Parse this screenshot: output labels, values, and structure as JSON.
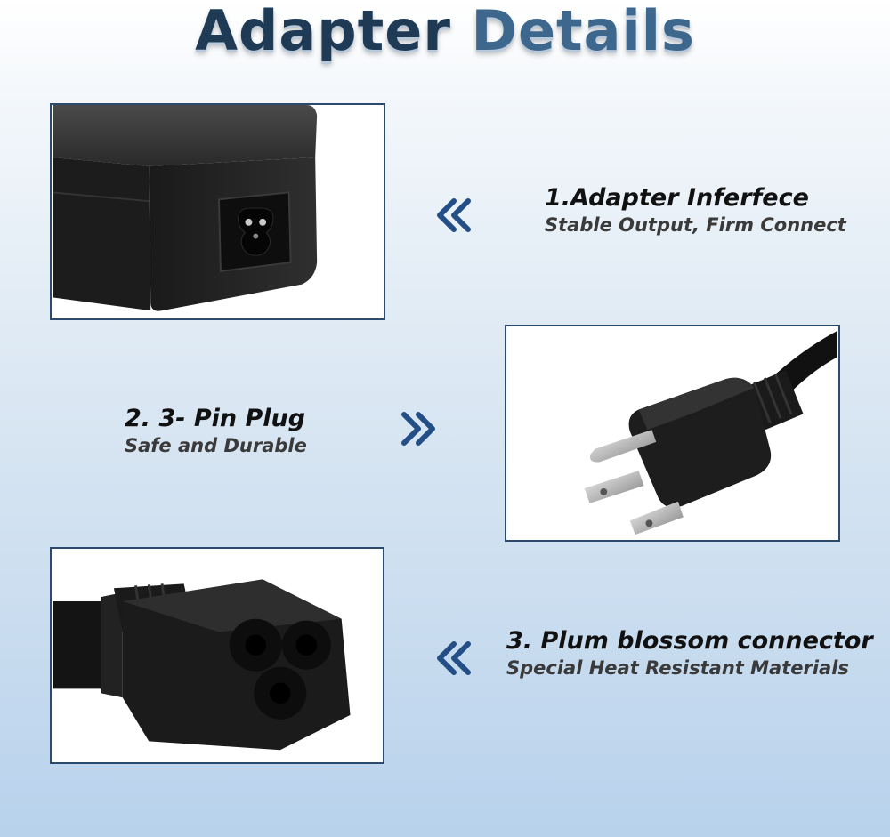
{
  "title": {
    "word1": "Adapter",
    "word2": "Details"
  },
  "accent_color": "#2c4a6e",
  "chevron_color": "#244e86",
  "items": [
    {
      "heading": "1.Adapter Inferfece",
      "subtitle": "Stable Output, Firm Connect",
      "arrow": "double-chevron-left-icon"
    },
    {
      "heading": "2. 3- Pin Plug",
      "subtitle": "Safe and Durable",
      "arrow": "double-chevron-right-icon"
    },
    {
      "heading": "3. Plum blossom connector",
      "subtitle": "Special Heat Resistant Materials",
      "arrow": "double-chevron-left-icon"
    }
  ]
}
